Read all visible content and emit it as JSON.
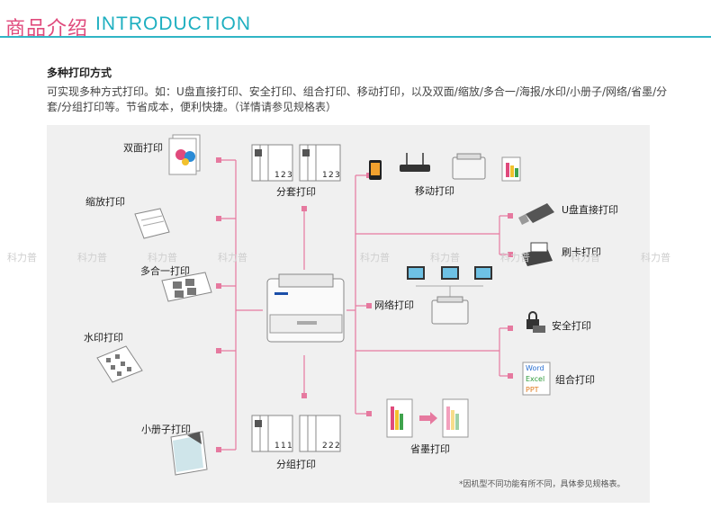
{
  "header": {
    "title_cn": "商品介绍",
    "title_en": "INTRODUCTION"
  },
  "section": {
    "title": "多种打印方式",
    "description": "可实现多种方式打印。如：U盘直接打印、安全打印、组合打印、移动打印，以及双面/缩放/多合一/海报/水印/小册子/网络/省墨/分套/分组打印等。节省成本，便利快捷。（详情请参见规格表）"
  },
  "labels": {
    "duplex": "双面打印",
    "zoom": "缩放打印",
    "nup": "多合一打印",
    "watermark": "水印打印",
    "booklet": "小册子打印",
    "collate": "分套打印",
    "group": "分组打印",
    "mobile": "移动打印",
    "usb": "U盘直接打印",
    "card": "刷卡打印",
    "network": "网络打印",
    "secure": "安全打印",
    "combo": "组合打印",
    "eco": "省墨打印"
  },
  "collate_digits": [
    "1",
    "2",
    "3",
    "1",
    "2",
    "3"
  ],
  "group_digits": [
    "1",
    "1",
    "1",
    "2",
    "2",
    "2"
  ],
  "combo_items": [
    "Word",
    "Excel",
    "PPT"
  ],
  "watermark_text": "科力普",
  "footnote": "*因机型不同功能有所不同，具体参见规格表。",
  "colors": {
    "pink": "#e04a7c",
    "teal": "#1eafc0",
    "line": "#e6799f"
  }
}
